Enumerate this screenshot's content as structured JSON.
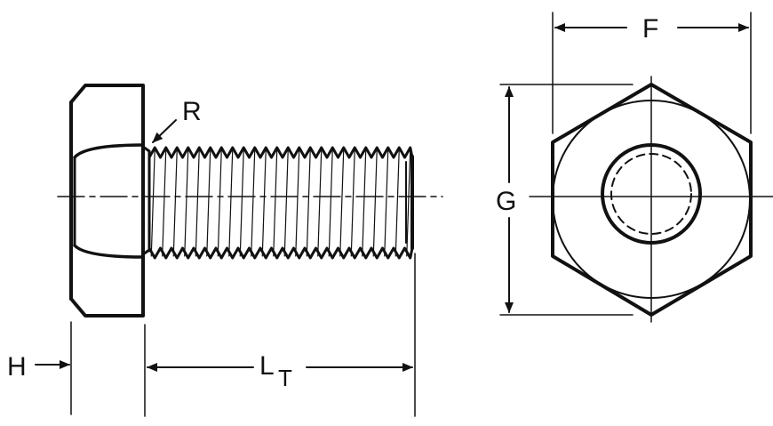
{
  "labels": {
    "R": "R",
    "F": "F",
    "G": "G",
    "H": "H",
    "L": "L",
    "T": "T"
  },
  "colors": {
    "ink": "#111111",
    "background": "#ffffff"
  }
}
